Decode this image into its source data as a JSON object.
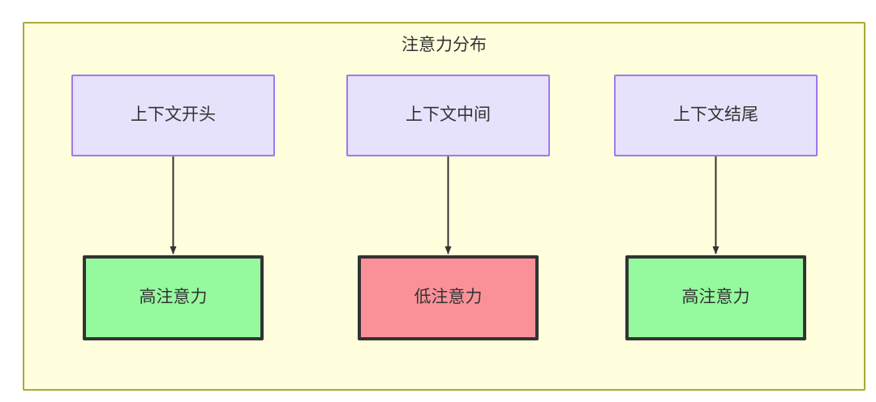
{
  "diagram": {
    "title": "注意力分布",
    "container": {
      "fill": "#ffffdd",
      "stroke": "#aaaa33"
    },
    "columns": [
      {
        "id": "col-1",
        "source": {
          "label": "上下文开头",
          "fill": "#e6e2fb",
          "stroke": "#9f79ea"
        },
        "target": {
          "label": "高注意力",
          "fill": "#95f99e",
          "stroke": "#333333",
          "level": "high"
        }
      },
      {
        "id": "col-2",
        "source": {
          "label": "上下文中间",
          "fill": "#e6e2fb",
          "stroke": "#9f79ea"
        },
        "target": {
          "label": "低注意力",
          "fill": "#fb9198",
          "stroke": "#333333",
          "level": "low"
        }
      },
      {
        "id": "col-3",
        "source": {
          "label": "上下文结尾",
          "fill": "#e6e2fb",
          "stroke": "#9f79ea"
        },
        "target": {
          "label": "高注意力",
          "fill": "#95f99e",
          "stroke": "#333333",
          "level": "high"
        }
      }
    ],
    "edges": [
      {
        "from": "上下文开头",
        "to": "高注意力",
        "style": "solid-arrow"
      },
      {
        "from": "上下文中间",
        "to": "低注意力",
        "style": "solid-arrow"
      },
      {
        "from": "上下文结尾",
        "to": "高注意力",
        "style": "solid-arrow"
      }
    ],
    "edge_color": "#333333"
  }
}
